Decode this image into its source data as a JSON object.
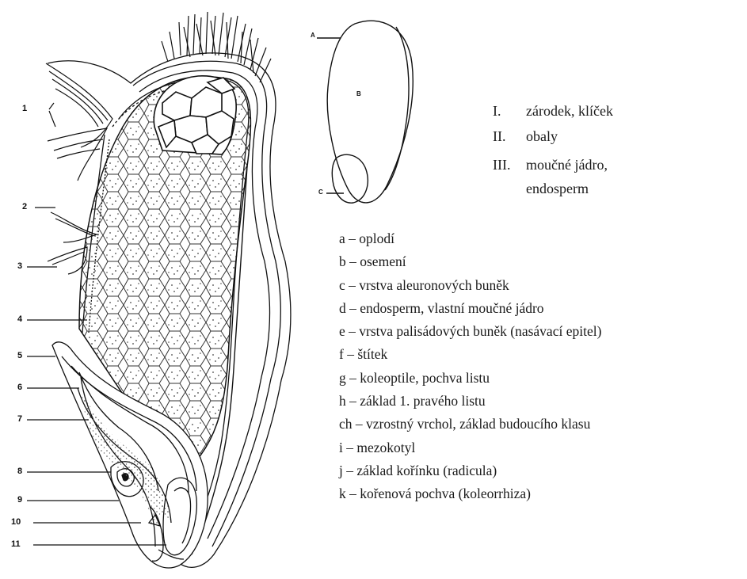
{
  "number_labels": [
    "1",
    "2",
    "3",
    "4",
    "5",
    "6",
    "7",
    "8",
    "9",
    "10",
    "11"
  ],
  "seed_letters": [
    "A",
    "B",
    "C"
  ],
  "roman_legend": [
    {
      "num": "I.",
      "text": "zárodek, klíček"
    },
    {
      "num": "II.",
      "text": "obaly"
    },
    {
      "num": "III.",
      "text": "moučné jádro,"
    },
    {
      "num": "",
      "text": "endosperm"
    }
  ],
  "letter_legend": [
    "a – oplodí",
    "b – osemení",
    "c – vrstva aleuronových buněk",
    "d – endosperm, vlastní moučné jádro",
    "e – vrstva palisádových buněk (nasávací epitel)",
    "f – štítek",
    "g – koleoptile, pochva listu",
    "h – základ 1. pravého listu",
    "ch – vzrostný vrchol, základ budoucího klasu",
    "i – mezokotyl",
    "j – základ kořínku (radicula)",
    "k – kořenová pochva (koleorrhiza)"
  ]
}
